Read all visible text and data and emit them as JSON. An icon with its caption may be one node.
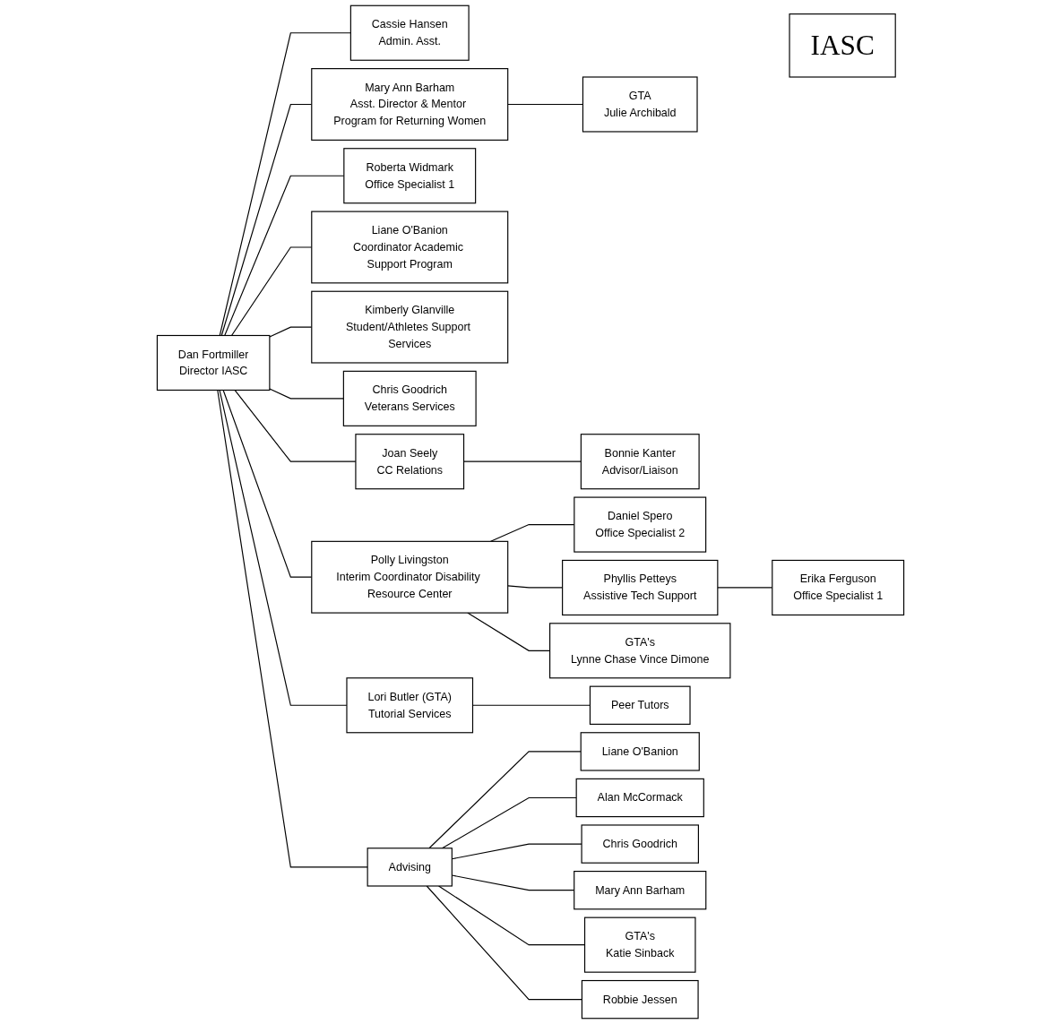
{
  "diagram": {
    "nodes": [
      {
        "text": [
          "Dan Fortmiller",
          "Director IASC"
        ]
      },
      {
        "text": [
          "Cassie Hansen",
          "Admin. Asst."
        ]
      },
      {
        "text": [
          "Mary Ann Barham",
          "Asst. Director & Mentor Program for Returning Women"
        ]
      },
      {
        "text": [
          "GTA",
          "Julie Archibald"
        ]
      },
      {
        "text": [
          "IASC"
        ]
      },
      {
        "text": [
          "Roberta Widmark",
          "Office Specialist 1"
        ]
      },
      {
        "text": [
          "Liane O'Banion",
          "Coordinator Academic Support Program"
        ]
      },
      {
        "text": [
          "Kimberly Glanville",
          "Student/Athletes Support Services"
        ]
      },
      {
        "text": [
          "Chris Goodrich",
          "Veterans Services"
        ]
      },
      {
        "text": [
          "Joan Seely",
          "CC Relations"
        ]
      },
      {
        "text": [
          "Bonnie Kanter",
          "Advisor/Liaison"
        ]
      },
      {
        "text": [
          "Polly Livingston",
          "Interim Coordinator Disability Resource Center"
        ]
      },
      {
        "text": [
          "Lori Butler (GTA)",
          "Tutorial Services"
        ]
      },
      {
        "text": [
          "Advising"
        ]
      },
      {
        "text": [
          "Daniel Spero",
          "Office Specialist 2"
        ]
      },
      {
        "text": [
          "Peer Tutors"
        ]
      },
      {
        "text": [
          "Liane O'Banion"
        ]
      },
      {
        "text": [
          "Alan McCormack"
        ]
      },
      {
        "text": [
          "Phyllis Petteys",
          "Assistive Tech Support"
        ]
      },
      {
        "text": [
          "Chris Goodrich"
        ]
      },
      {
        "text": [
          "Mary Ann Barham"
        ]
      },
      {
        "text": [
          "GTA's",
          "Katie Sinback"
        ]
      },
      {
        "text": [
          "Robbie Jessen"
        ]
      },
      {
        "text": [
          "Erika Ferguson",
          "Office Specialist 1"
        ]
      },
      {
        "text": [
          "GTA's",
          "Lynne Chase Vince Dimone"
        ]
      }
    ],
    "edges": [
      {
        "from": 0,
        "to": 1,
        "arrow": "none"
      },
      {
        "from": 0,
        "to": 2,
        "arrow": "none"
      },
      {
        "from": 2,
        "to": 3,
        "arrow": "none"
      },
      {
        "from": 0,
        "to": 5,
        "arrow": "none"
      },
      {
        "from": 0,
        "to": 6,
        "arrow": "none"
      },
      {
        "from": 0,
        "to": 7,
        "arrow": "none"
      },
      {
        "from": 0,
        "to": 8,
        "arrow": "none"
      },
      {
        "from": 0,
        "to": 9,
        "arrow": "none"
      },
      {
        "from": 9,
        "to": 10,
        "arrow": "none"
      },
      {
        "from": 0,
        "to": 11,
        "arrow": "none"
      },
      {
        "from": 0,
        "to": 12,
        "arrow": "none"
      },
      {
        "from": 0,
        "to": 13,
        "arrow": "none"
      },
      {
        "from": 11,
        "to": 14,
        "arrow": "none"
      },
      {
        "from": 12,
        "to": 15,
        "arrow": "none"
      },
      {
        "from": 13,
        "to": 16,
        "arrow": "none"
      },
      {
        "from": 13,
        "to": 17,
        "arrow": "none"
      },
      {
        "from": 11,
        "to": 18,
        "arrow": "none"
      },
      {
        "from": 13,
        "to": 19,
        "arrow": "none"
      },
      {
        "from": 13,
        "to": 20,
        "arrow": "none"
      },
      {
        "from": 13,
        "to": 21,
        "arrow": "none"
      },
      {
        "from": 13,
        "to": 22,
        "arrow": "none"
      },
      {
        "from": 18,
        "to": 23,
        "arrow": "none"
      },
      {
        "from": 11,
        "to": 24,
        "arrow": "none"
      }
    ]
  }
}
